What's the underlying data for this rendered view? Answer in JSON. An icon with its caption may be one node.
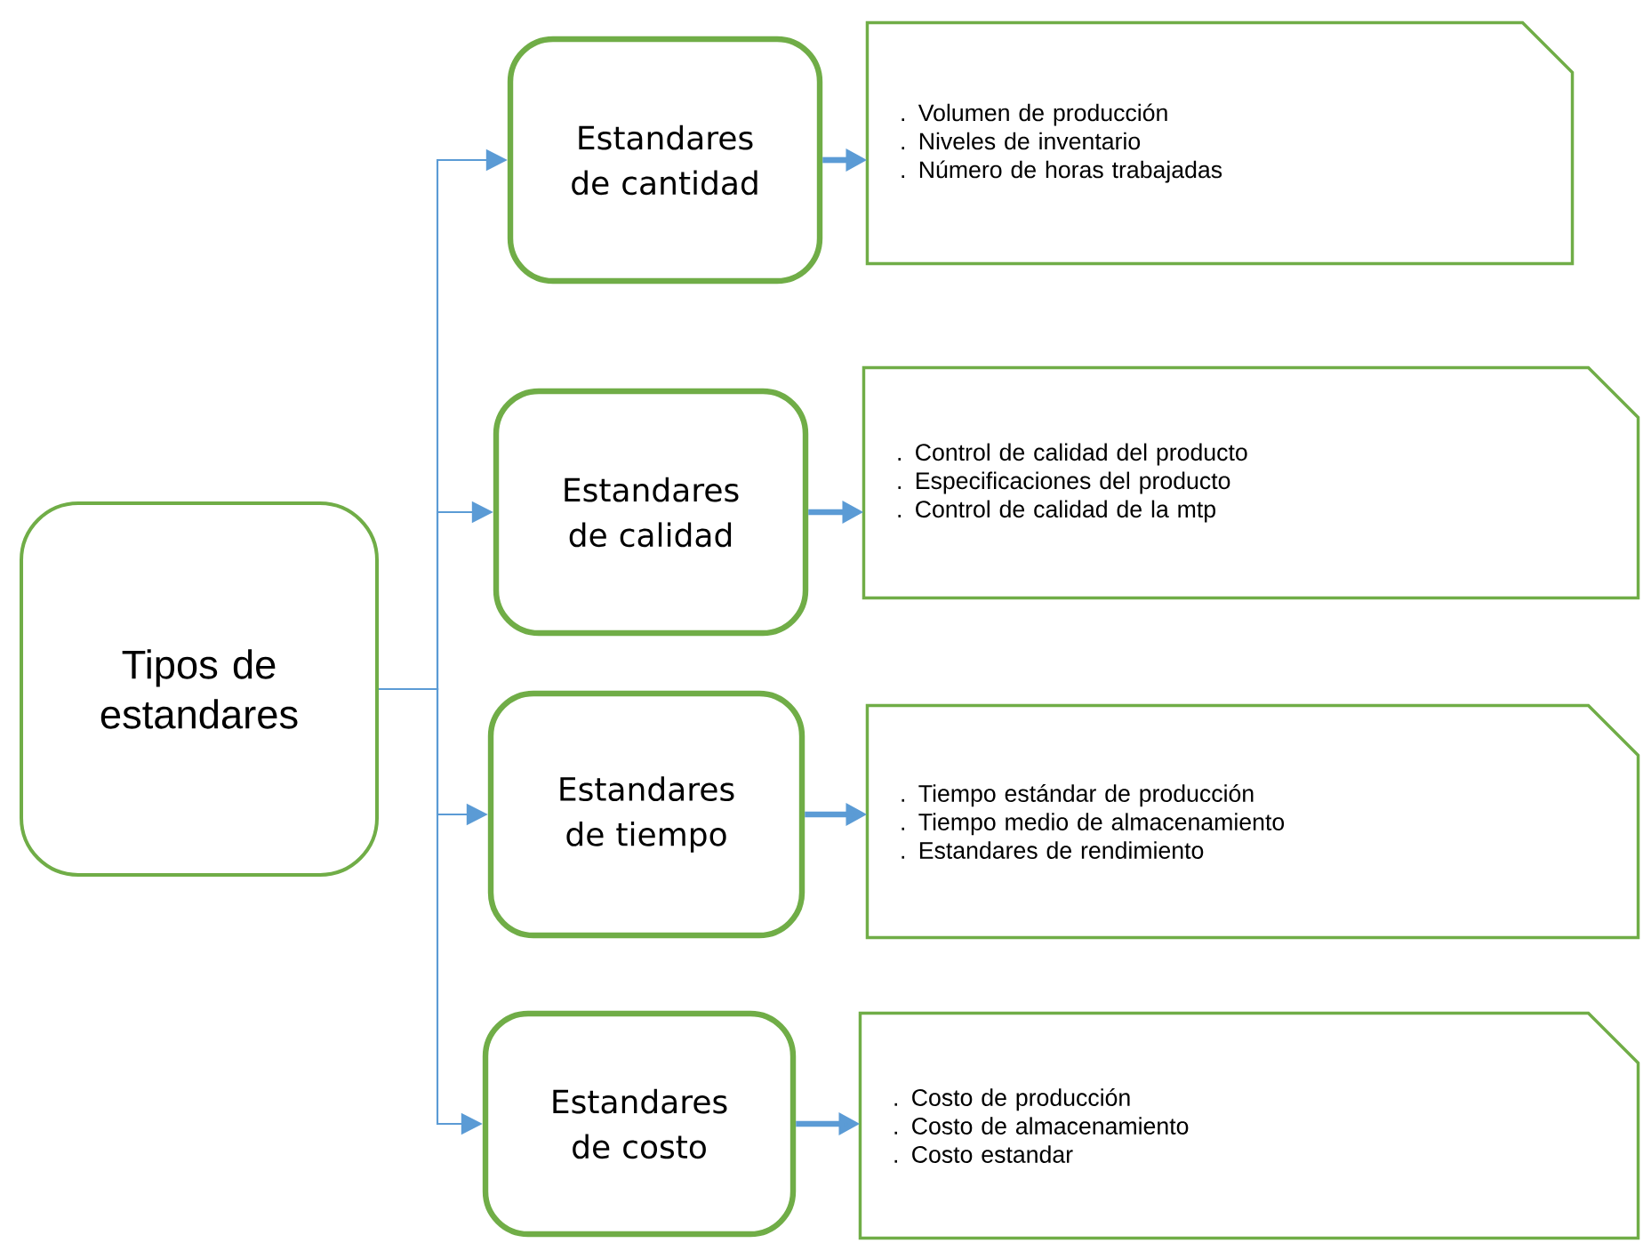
{
  "diagram": {
    "nodes": [
      {
        "text": [
          "Tipos de estandares"
        ]
      },
      {
        "text": [
          "Estandares de cantidad"
        ]
      },
      {
        "text": [
          "Estandares de calidad"
        ]
      },
      {
        "text": [
          "Estandares de tiempo"
        ]
      },
      {
        "text": [
          "Estandares de costo"
        ]
      },
      {
        "text": [
          ". Volumen de producción",
          ". Niveles de inventario",
          ". Número de horas trabajadas"
        ]
      },
      {
        "text": [
          ". Control de calidad del producto",
          ". Especificaciones del producto",
          ". Control de calidad de la mtp"
        ]
      },
      {
        "text": [
          ". Tiempo estándar de producción",
          ". Tiempo medio de almacenamiento",
          ". Estandares de rendimiento"
        ]
      },
      {
        "text": [
          ". Costo de producción",
          ". Costo de almacenamiento",
          ". Costo estandar"
        ]
      }
    ],
    "edges": [
      {
        "from": 0,
        "to": 1,
        "arrow": "to"
      },
      {
        "from": 0,
        "to": 2,
        "arrow": "to"
      },
      {
        "from": 0,
        "to": 3,
        "arrow": "to"
      },
      {
        "from": 0,
        "to": 4,
        "arrow": "to"
      },
      {
        "from": 1,
        "to": 5,
        "arrow": "to",
        "style": "thick"
      },
      {
        "from": 2,
        "to": 6,
        "arrow": "to",
        "style": "thick"
      },
      {
        "from": 3,
        "to": 7,
        "arrow": "to",
        "style": "thick"
      },
      {
        "from": 4,
        "to": 8,
        "arrow": "to",
        "style": "thick"
      }
    ]
  }
}
